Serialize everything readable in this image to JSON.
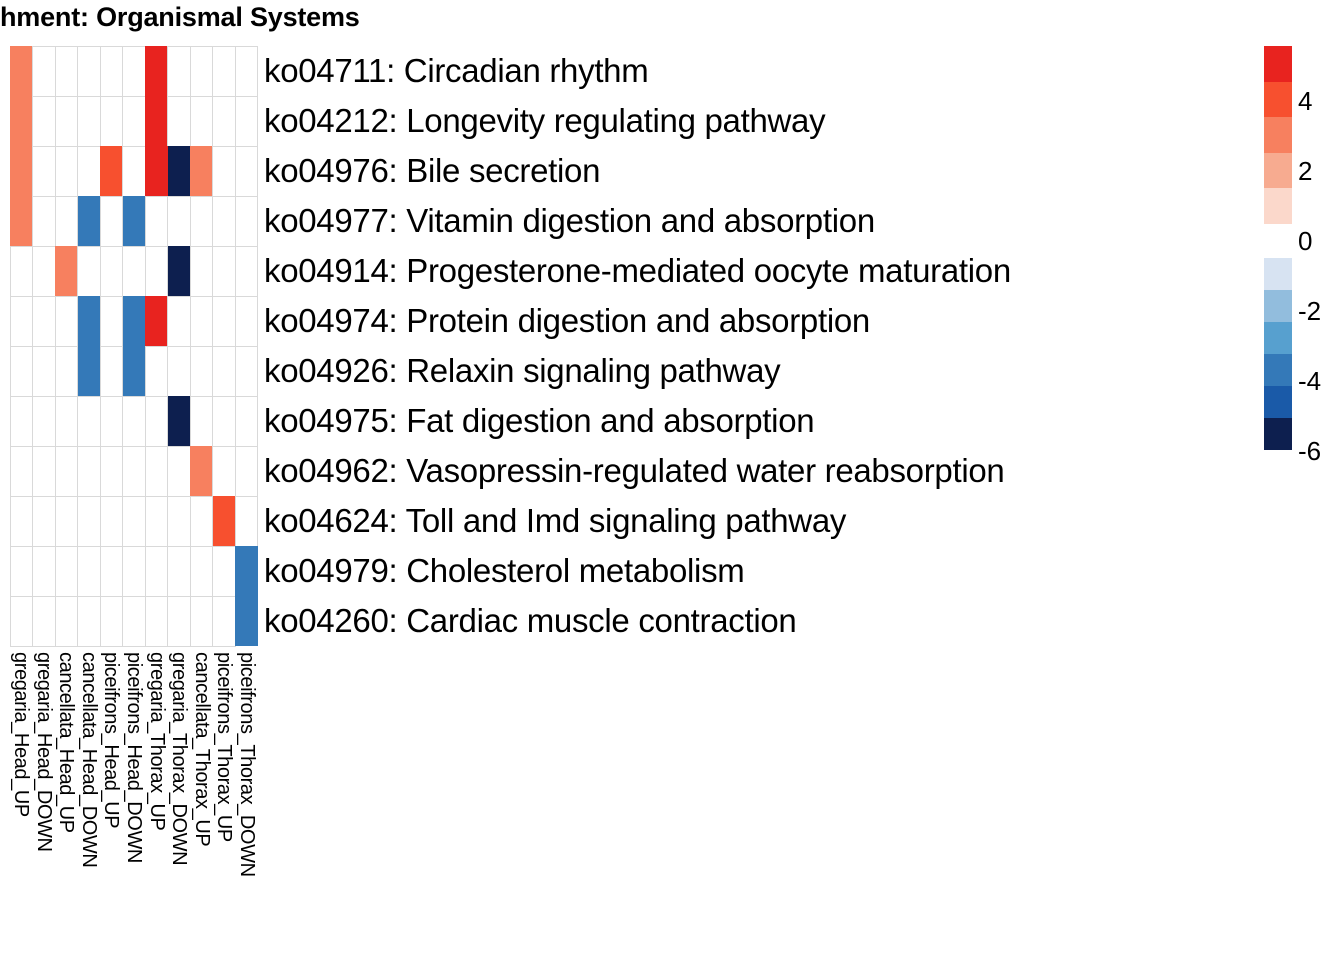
{
  "title": "hment: Organismal Systems",
  "chart_data": {
    "type": "heatmap",
    "title": "hment: Organismal Systems",
    "xlabel": "",
    "ylabel": "",
    "grid": true,
    "legend_position": "right",
    "colorbar": {
      "ticks": [
        "4",
        "2",
        "0",
        "-2",
        "-4",
        "-6"
      ],
      "tick_values": [
        4,
        2,
        0,
        -2,
        -4,
        -6
      ],
      "range": [
        -7,
        5
      ],
      "positive_colors": [
        "#e8231f",
        "#f7502f",
        "#f7805f",
        "#f7ab90",
        "#fbd8cb"
      ],
      "negative_colors": [
        "#d7e3f2",
        "#92bddd",
        "#57a0cf",
        "#3479b8",
        "#1a5aa8",
        "#0d1f4f"
      ],
      "zero_color": "#ffffff"
    },
    "categories": [
      "gregaria_Head_UP",
      "gregaria_Head_DOWN",
      "cancellata_Head_UP",
      "cancellata_Head_DOWN",
      "piceifrons_Head_UP",
      "piceifrons_Head_DOWN",
      "gregaria_Thorax_UP",
      "gregaria_Thorax_DOWN",
      "cancellata_Thorax_UP",
      "piceifrons_Thorax_UP",
      "piceifrons_Thorax_DOWN"
    ],
    "rows": [
      "ko04711: Circadian rhythm",
      "ko04212: Longevity regulating pathway",
      "ko04976: Bile secretion",
      "ko04977: Vitamin digestion and absorption",
      "ko04914: Progesterone-mediated oocyte maturation",
      "ko04974: Protein digestion and absorption",
      "ko04926: Relaxin signaling pathway",
      "ko04975: Fat digestion and absorption",
      "ko04962: Vasopressin-regulated water reabsorption",
      "ko04624: Toll and Imd signaling pathway",
      "ko04979: Cholesterol metabolism",
      "ko04260: Cardiac muscle contraction"
    ],
    "values": [
      [
        2.6,
        null,
        null,
        null,
        null,
        null,
        4.6,
        null,
        null,
        null,
        null
      ],
      [
        2.6,
        null,
        null,
        null,
        null,
        null,
        4.6,
        null,
        null,
        null,
        null
      ],
      [
        2.6,
        null,
        null,
        null,
        4.1,
        null,
        4.6,
        -6.4,
        2.6,
        null,
        null
      ],
      [
        2.6,
        null,
        null,
        -3.6,
        null,
        -3.6,
        null,
        null,
        null,
        null,
        null
      ],
      [
        null,
        null,
        2.6,
        null,
        null,
        null,
        null,
        -6.4,
        null,
        null,
        null
      ],
      [
        null,
        null,
        null,
        -3.6,
        null,
        -3.6,
        4.6,
        null,
        null,
        null,
        null
      ],
      [
        null,
        null,
        null,
        -3.6,
        null,
        -3.6,
        null,
        null,
        null,
        null,
        null
      ],
      [
        null,
        null,
        null,
        null,
        null,
        null,
        null,
        -6.4,
        null,
        null,
        null
      ],
      [
        null,
        null,
        null,
        null,
        null,
        null,
        null,
        null,
        2.6,
        null,
        null
      ],
      [
        null,
        null,
        null,
        null,
        null,
        null,
        null,
        null,
        null,
        4.1,
        null
      ],
      [
        null,
        null,
        null,
        null,
        null,
        null,
        null,
        null,
        null,
        null,
        -3.6
      ],
      [
        null,
        null,
        null,
        null,
        null,
        null,
        null,
        null,
        null,
        null,
        -3.6
      ]
    ],
    "cell_colors": [
      [
        null,
        null,
        null,
        null,
        null,
        null,
        null,
        null,
        null,
        null,
        null
      ],
      [
        null,
        null,
        null,
        null,
        null,
        null,
        null,
        null,
        null,
        null,
        null
      ],
      [
        null,
        null,
        null,
        null,
        null,
        null,
        null,
        null,
        null,
        null,
        null
      ],
      [
        null,
        null,
        null,
        null,
        null,
        null,
        null,
        null,
        null,
        null,
        null
      ],
      [
        null,
        null,
        null,
        null,
        null,
        null,
        null,
        null,
        null,
        null,
        null
      ],
      [
        null,
        null,
        null,
        null,
        null,
        null,
        null,
        null,
        null,
        null,
        null
      ],
      [
        null,
        null,
        null,
        null,
        null,
        null,
        null,
        null,
        null,
        null,
        null
      ],
      [
        null,
        null,
        null,
        null,
        null,
        null,
        null,
        null,
        null,
        null,
        null
      ],
      [
        null,
        null,
        null,
        null,
        null,
        null,
        null,
        null,
        null,
        null,
        null
      ],
      [
        null,
        null,
        null,
        null,
        null,
        null,
        null,
        null,
        null,
        null,
        null
      ],
      [
        null,
        null,
        null,
        null,
        null,
        null,
        null,
        null,
        null,
        null,
        null
      ],
      [
        null,
        null,
        null,
        null,
        null,
        null,
        null,
        null,
        null,
        null,
        null
      ]
    ]
  }
}
